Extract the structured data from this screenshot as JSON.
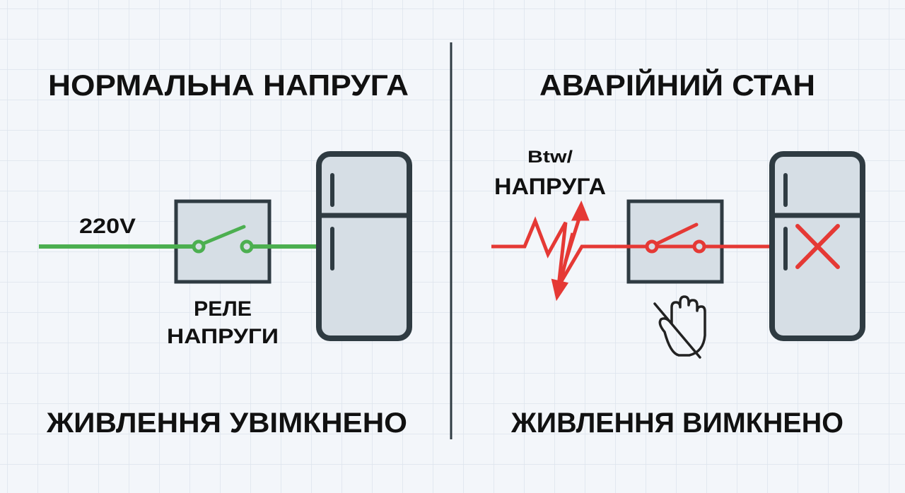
{
  "left": {
    "title": "НОРМАЛЬНА НАПРУГА",
    "voltage_label": "220V",
    "relay_label_line1": "РЕЛЕ",
    "relay_label_line2": "НАПРУГИ",
    "status": "ЖИВЛЕННЯ УВІМКНЕНО",
    "wire_color": "#4caf50"
  },
  "right": {
    "title": "АВАРІЙНИЙ СТАН",
    "surge_label_line1": "Btw/",
    "surge_label_line2": "НАПРУГА",
    "status": "ЖИВЛЕННЯ ВИМКНЕНО",
    "wire_color": "#e53935"
  },
  "colors": {
    "outline": "#2f3b42",
    "fill": "#d6dee5",
    "background": "#f3f6fa",
    "grid": "#dde4ec"
  }
}
